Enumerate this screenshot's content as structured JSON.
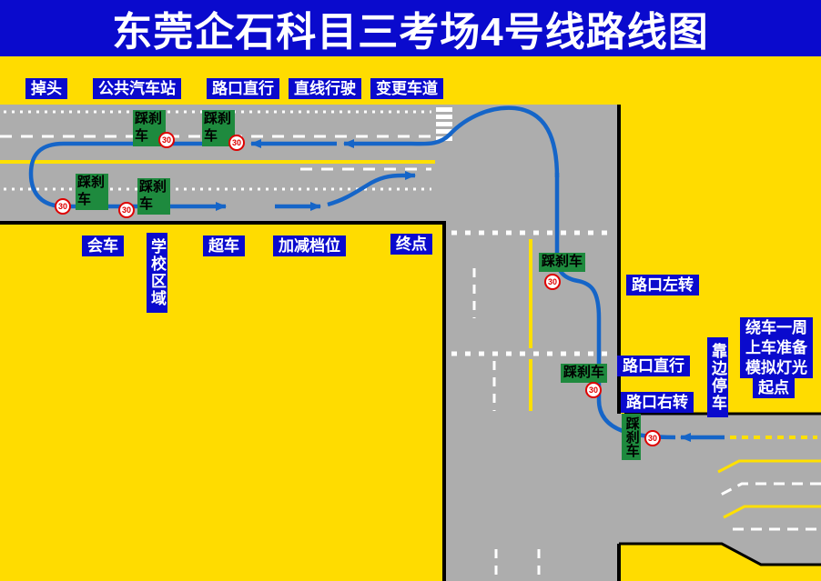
{
  "title": "东莞企石科目三考场4号线路线图",
  "colors": {
    "background": "#FFDC00",
    "primary_blue": "#0A0ACD",
    "label_green": "#1E8A3E",
    "road_gray": "#ADADAD",
    "route_blue": "#1565C8",
    "line_yellow": "#FFE000",
    "sign_red": "#DE0000"
  },
  "labels": {
    "u_turn": "掉头",
    "bus_station": "公共汽车站",
    "intersection_straight": "路口直行",
    "straight_driving": "直线行驶",
    "change_lane": "变更车道",
    "brake": "踩刹车",
    "meet_vehicle": "会车",
    "school_zone": "学校区域",
    "overtake": "超车",
    "gear_shift": "加减档位",
    "end_point": "终点",
    "intersection_left_turn": "路口左转",
    "intersection_right_turn": "路口右转",
    "circle_vehicle": "绕车一周",
    "board_prepare": "上车准备",
    "simulate_lights": "模拟灯光",
    "start_point": "起点",
    "pull_over": "靠边停车",
    "speed_limit": "30"
  }
}
